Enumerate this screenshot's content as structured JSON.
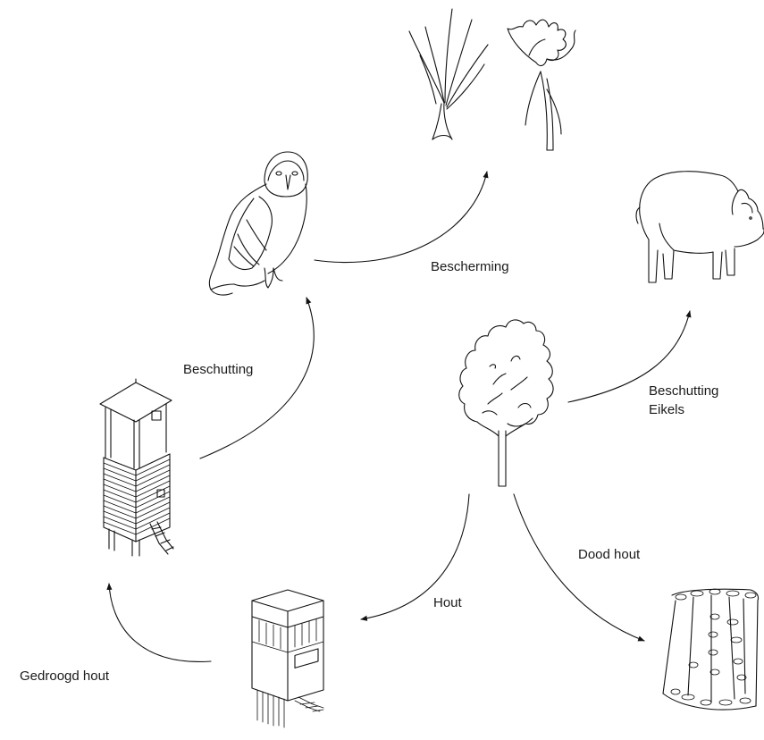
{
  "diagram": {
    "labels": {
      "bescherming": "Bescherming",
      "beschutting": "Beschutting",
      "beschutting_eikels_line1": "Beschutting",
      "beschutting_eikels_line2": "Eikels",
      "hout": "Hout",
      "dood_hout": "Dood hout",
      "gedroogd_hout": "Gedroogd hout"
    },
    "nodes": [
      "oak-tree",
      "pig",
      "plants",
      "barn-owl",
      "owl-tower",
      "wooden-tower",
      "dead-wood-fungi"
    ],
    "arrows": [
      {
        "from": "oak-tree",
        "to": "pig",
        "label": "beschutting_eikels"
      },
      {
        "from": "barn-owl",
        "to": "plants",
        "label": "bescherming"
      },
      {
        "from": "owl-tower",
        "to": "barn-owl",
        "label": "beschutting"
      },
      {
        "from": "oak-tree",
        "to": "wooden-tower",
        "label": "hout"
      },
      {
        "from": "oak-tree",
        "to": "dead-wood-fungi",
        "label": "dood_hout"
      },
      {
        "from": "wooden-tower",
        "to": "owl-tower",
        "label": "gedroogd_hout"
      }
    ],
    "colors": {
      "line": "#111111",
      "background": "#ffffff"
    }
  }
}
